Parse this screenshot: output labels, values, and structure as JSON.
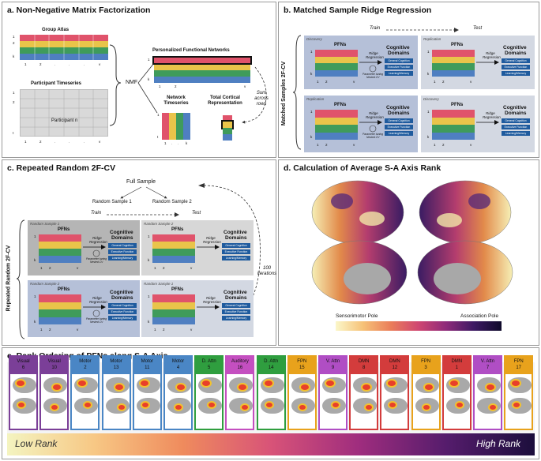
{
  "panel_a": {
    "title": "a. Non-Negative Matrix Factorization",
    "group_atlas": "Group Atlas",
    "participant_timeseries": "Participant Timeseries",
    "participant_n": "Participant n",
    "nmf": "NMF",
    "personalized_networks": "Personalized Functional Networks",
    "network_timeseries": "Network Timeseries",
    "total_cortical": "Total Cortical Representation",
    "sum_across_rows": "Sum across rows",
    "row_labels": [
      "1",
      "2",
      ".",
      ".",
      "k"
    ],
    "col_labels": [
      "1",
      "2",
      ".",
      ".",
      ".",
      "v"
    ],
    "nt_col_labels": [
      "1",
      ".",
      ".",
      "k"
    ],
    "pt_row_labels": [
      "1",
      "2",
      ".",
      ".",
      "t"
    ],
    "pt_col_labels": [
      "1",
      "2",
      ".",
      ".",
      ".",
      "v"
    ],
    "nt_row_labels": [
      "1",
      ".",
      ".",
      "t"
    ]
  },
  "panel_b": {
    "title": "b. Matched Sample Ridge Regression",
    "train": "Train",
    "test": "Test",
    "side_label": "Matched Samples 2F-CV",
    "boxes": [
      {
        "name": "Discovery"
      },
      {
        "name": "Replication"
      },
      {
        "name": "Replication"
      },
      {
        "name": "Discovery"
      }
    ]
  },
  "panel_c": {
    "title": "c. Repeated Random 2F-CV",
    "full_sample": "Full Sample",
    "random_1": "Random Sample 1",
    "random_2": "Random Sample 2",
    "train": "Train",
    "test": "Test",
    "side_label": "Repeated Random 2F-CV",
    "iterations": "100 iterations",
    "boxes": [
      {
        "name": "Random Sample 1"
      },
      {
        "name": "Random Sample 2"
      },
      {
        "name": "Random Sample 2"
      },
      {
        "name": "Random Sample 1"
      }
    ]
  },
  "cv_box": {
    "pfns": "PFNs",
    "cognitive": "Cognitive",
    "domains": "Domains",
    "ridge": "Ridge",
    "regression": "Regression",
    "param_tuning": "Parameter tuning",
    "nested_cv": "Nested CV",
    "domain_items": [
      "General Cognition",
      "Executive Function",
      "Learning/Memory"
    ]
  },
  "panel_d": {
    "title": "d. Calculation of Average S-A Axis Rank",
    "left_pole": "Sensorimotor Pole",
    "right_pole": "Association Pole"
  },
  "panel_e": {
    "title": "e. Rank Ordering of PFNs along S-A Axis",
    "low_rank": "Low Rank",
    "high_rank": "High Rank",
    "networks": [
      {
        "name": "Visual",
        "num": "6",
        "color": "#7b3f98"
      },
      {
        "name": "Visual",
        "num": "10",
        "color": "#7b3f98"
      },
      {
        "name": "Motor",
        "num": "2",
        "color": "#4a86c5"
      },
      {
        "name": "Motor",
        "num": "13",
        "color": "#4a86c5"
      },
      {
        "name": "Motor",
        "num": "11",
        "color": "#4a86c5"
      },
      {
        "name": "Motor",
        "num": "4",
        "color": "#4a86c5"
      },
      {
        "name": "D. Attn",
        "num": "5",
        "color": "#2f9e3f"
      },
      {
        "name": "Auditory",
        "num": "16",
        "color": "#c44fc0"
      },
      {
        "name": "D. Attn",
        "num": "14",
        "color": "#2f9e3f"
      },
      {
        "name": "FPN",
        "num": "15",
        "color": "#e8a21c"
      },
      {
        "name": "V. Attn",
        "num": "9",
        "color": "#b04ec4"
      },
      {
        "name": "DMN",
        "num": "8",
        "color": "#d33c3c"
      },
      {
        "name": "DMN",
        "num": "12",
        "color": "#d33c3c"
      },
      {
        "name": "FPN",
        "num": "3",
        "color": "#e8a21c"
      },
      {
        "name": "DMN",
        "num": "1",
        "color": "#d33c3c"
      },
      {
        "name": "V. Attn",
        "num": "7",
        "color": "#b04ec4"
      },
      {
        "name": "FPN",
        "num": "17",
        "color": "#e8a21c"
      }
    ]
  }
}
